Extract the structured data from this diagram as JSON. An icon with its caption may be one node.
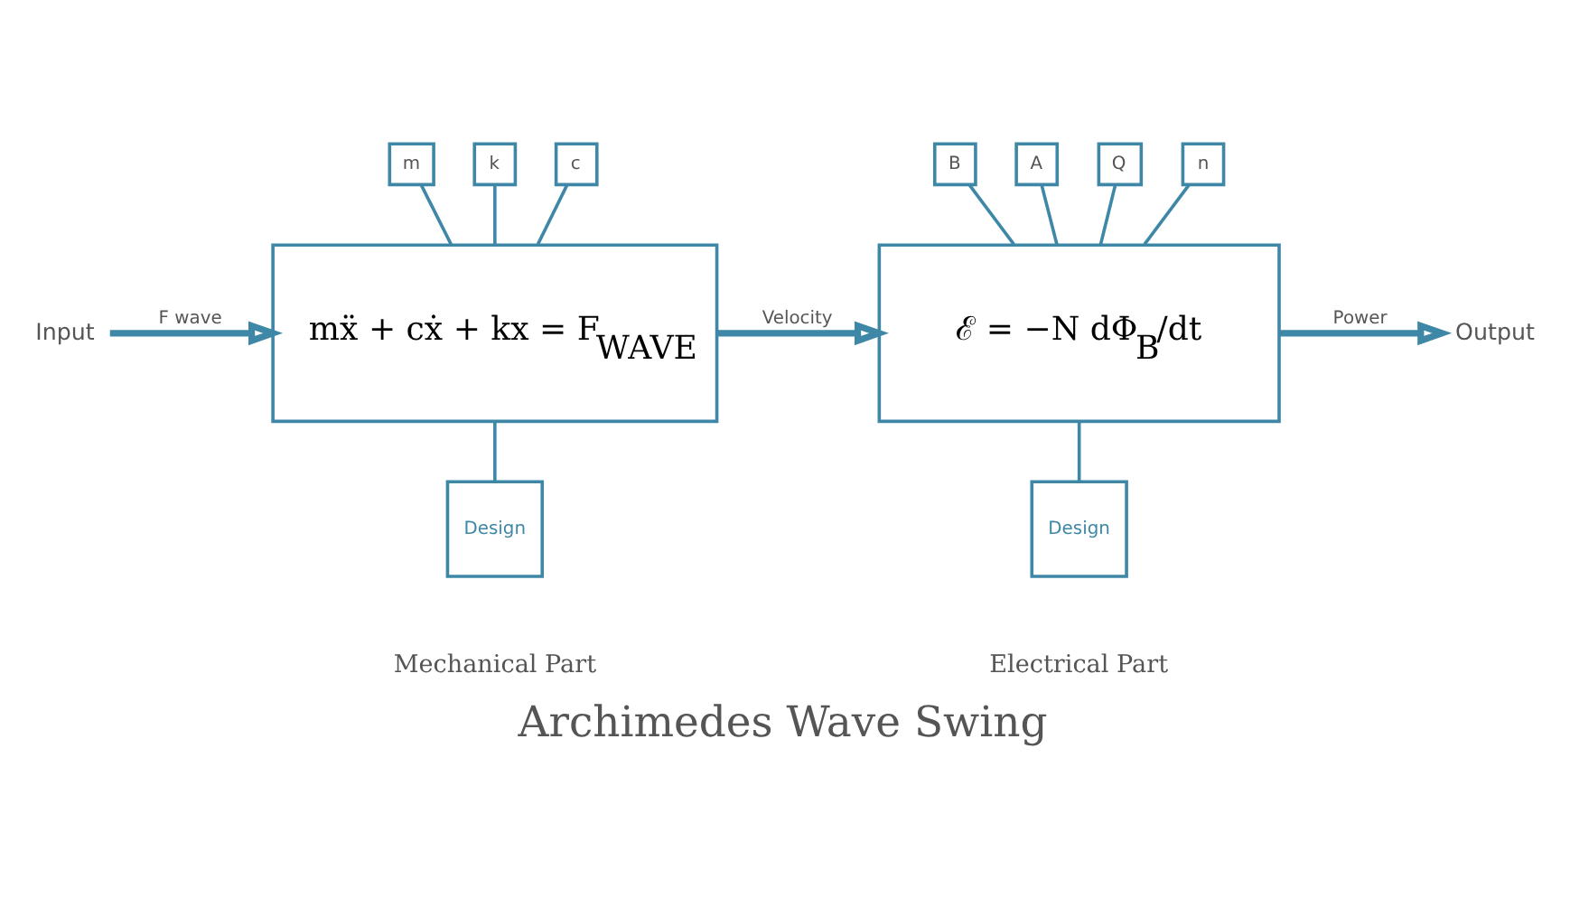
{
  "diagram": {
    "title": "Archimedes Wave Swing",
    "nodes": [
      {
        "text": [
          "Input"
        ]
      },
      {
        "text": [
          "mẍ + cẋ + kx = F$_{WAVE}$"
        ]
      },
      {
        "text": [
          "m"
        ]
      },
      {
        "text": [
          "k"
        ]
      },
      {
        "text": [
          "c"
        ]
      },
      {
        "text": [
          "Design"
        ],
        "beside": [
          "Mechanical Part"
        ]
      },
      {
        "text": [
          "ℰ = −N dΦ$_{B}$/dt"
        ]
      },
      {
        "text": [
          "B"
        ]
      },
      {
        "text": [
          "A"
        ]
      },
      {
        "text": [
          "Q"
        ]
      },
      {
        "text": [
          "n"
        ]
      },
      {
        "text": [
          "Design"
        ],
        "beside": [
          "Electrical Part"
        ]
      },
      {
        "text": [
          "Output"
        ]
      }
    ],
    "edges": [
      {
        "from": 0,
        "to": 1,
        "arrow": "to",
        "label": "F wave",
        "style": "thick"
      },
      {
        "from": 1,
        "to": 6,
        "arrow": "to",
        "label": "Velocity",
        "style": "thick"
      },
      {
        "from": 6,
        "to": 12,
        "arrow": "to",
        "label": "Power",
        "style": "thick"
      },
      {
        "from": 2,
        "to": 1,
        "arrow": "none"
      },
      {
        "from": 3,
        "to": 1,
        "arrow": "none"
      },
      {
        "from": 4,
        "to": 1,
        "arrow": "none"
      },
      {
        "from": 1,
        "to": 5,
        "arrow": "none"
      },
      {
        "from": 7,
        "to": 6,
        "arrow": "none"
      },
      {
        "from": 8,
        "to": 6,
        "arrow": "none"
      },
      {
        "from": 9,
        "to": 6,
        "arrow": "none"
      },
      {
        "from": 10,
        "to": 6,
        "arrow": "none"
      },
      {
        "from": 6,
        "to": 11,
        "arrow": "none"
      }
    ]
  }
}
